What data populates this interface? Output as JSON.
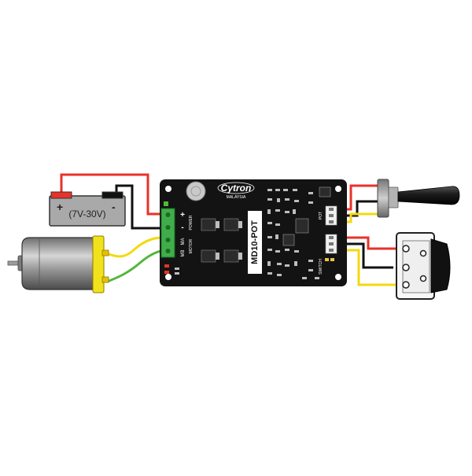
{
  "battery": {
    "positive_symbol": "+",
    "negative_symbol": "-",
    "voltage_range": "(7V-30V)"
  },
  "board": {
    "brand": "Cytron",
    "origin": "MALAYSIA",
    "model": "MD10-POT",
    "label_power": "POWER",
    "label_motor": "MOTOR",
    "label_pot": "POT",
    "label_switch": "SWITCH",
    "plus_sign": "+",
    "minus_sign": "-",
    "label_ma": "MA",
    "label_mb": "MB"
  },
  "colors": {
    "wire_red": "#e8322a",
    "wire_black": "#111111",
    "wire_yellow": "#f3d90f",
    "wire_green": "#52b83a",
    "board": "#131313",
    "terminal": "#3fae4a",
    "battery_body": "#a9a9a9",
    "motor_cap": "#f2e21c"
  }
}
